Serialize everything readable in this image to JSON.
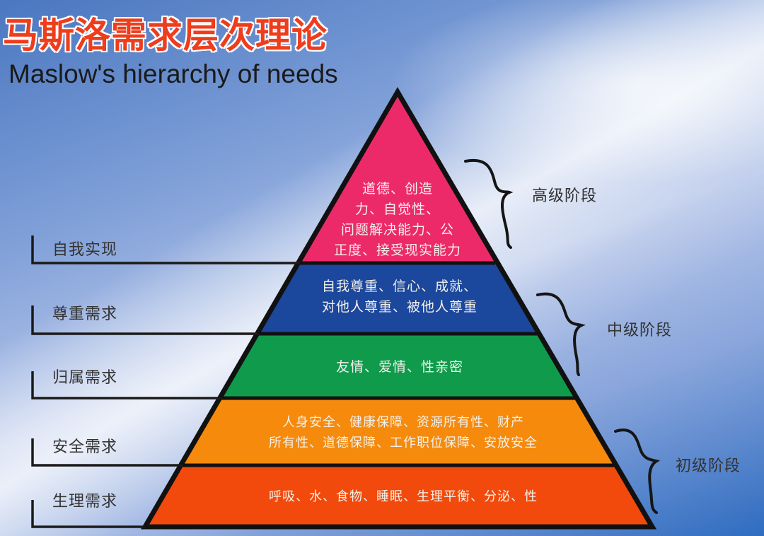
{
  "title": {
    "chinese": "马斯洛需求层次理论",
    "english": "Maslow's hierarchy of needs"
  },
  "colors": {
    "title_red": "#ee3d1c",
    "self_actualization": "#ec2a6a",
    "esteem": "#1b479c",
    "belonging": "#0f9a4c",
    "safety": "#f58a0c",
    "physiological": "#f24a0c",
    "outline": "#111111"
  },
  "levels": [
    {
      "name": "自我实现",
      "lines": [
        "道德、创造",
        "力、自觉性、",
        "问题解决能力、公",
        "正度、接受现实能力"
      ],
      "color": "#ec2a6a"
    },
    {
      "name": "尊重需求",
      "lines": [
        "自我尊重、信心、成就、",
        "对他人尊重、被他人尊重"
      ],
      "color": "#1b479c"
    },
    {
      "name": "归属需求",
      "lines": [
        "友情、爱情、性亲密"
      ],
      "color": "#0f9a4c"
    },
    {
      "name": "安全需求",
      "lines": [
        "人身安全、健康保障、资源所有性、财产",
        "所有性、道德保障、工作职位保障、安放安全"
      ],
      "color": "#f58a0c"
    },
    {
      "name": "生理需求",
      "lines": [
        "呼吸、水、食物、睡眠、生理平衡、分泌、性"
      ],
      "color": "#f24a0c"
    }
  ],
  "stages": [
    {
      "label": "高级阶段",
      "covers": [
        "自我实现"
      ]
    },
    {
      "label": "中级阶段",
      "covers": [
        "尊重需求",
        "归属需求"
      ]
    },
    {
      "label": "初级阶段",
      "covers": [
        "安全需求",
        "生理需求"
      ]
    }
  ]
}
